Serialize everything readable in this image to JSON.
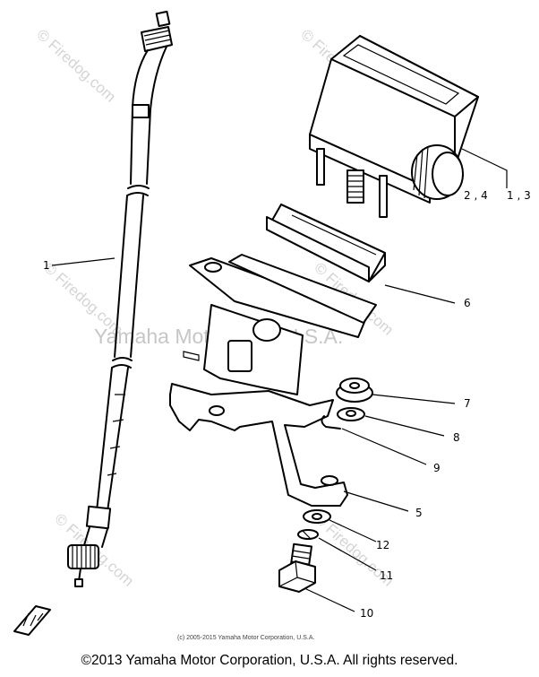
{
  "watermarks": {
    "firedog": "© Firedog.com",
    "middle": "Yamaha Motor Corp U.S.A.",
    "inline_copyright": "(c) 2005-2015 Yamaha Motor Corporation, U.S.A."
  },
  "callouts": {
    "c1": "1",
    "c2_4": "2 , 4",
    "c1_3": "1 , 3",
    "c5": "5",
    "c6": "6",
    "c7": "7",
    "c8": "8",
    "c9": "9",
    "c10": "10",
    "c11": "11",
    "c12": "12"
  },
  "footer": {
    "copyright": "©2013 Yamaha Motor Corporation, U.S.A. All rights reserved."
  }
}
